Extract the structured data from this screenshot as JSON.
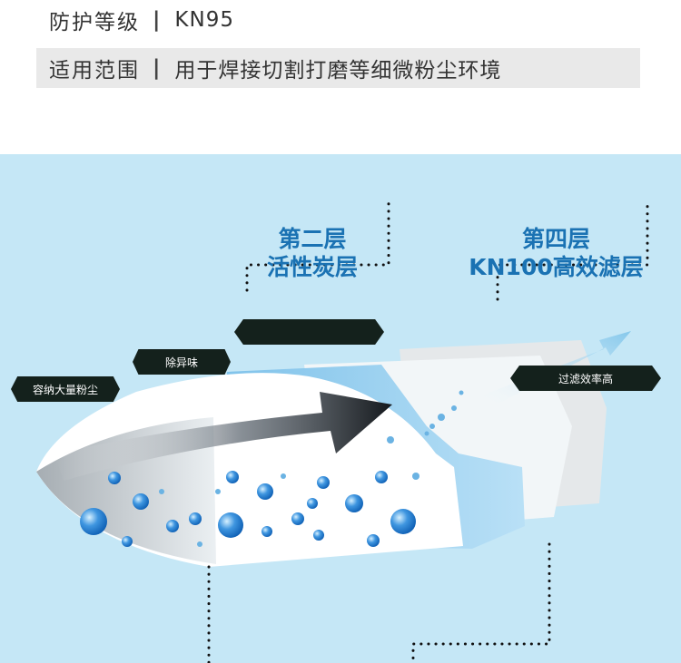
{
  "specs": [
    {
      "label": "防护等级",
      "separator": "|",
      "value": "KN95"
    },
    {
      "label": "适用范围",
      "separator": "|",
      "value": "用于焊接切割打磨等细微粉尘环境"
    }
  ],
  "layers": {
    "second": {
      "line1": "第二层",
      "line2": "活性炭层"
    },
    "fourth": {
      "line1": "第四层",
      "line2": "KN100高效滤层"
    }
  },
  "tags": {
    "dust": "容纳大量粉尘",
    "odor": "除异味",
    "carbon": "",
    "efficiency": "过滤效率高"
  },
  "colors": {
    "title_blue": "#1a72b3",
    "background_blue": "#c5e7f6",
    "tag_dark": "#14211c",
    "spec_bar": "#e9e9e9"
  },
  "icons": [
    "flow-arrow-icon",
    "exit-arrow-icon"
  ]
}
